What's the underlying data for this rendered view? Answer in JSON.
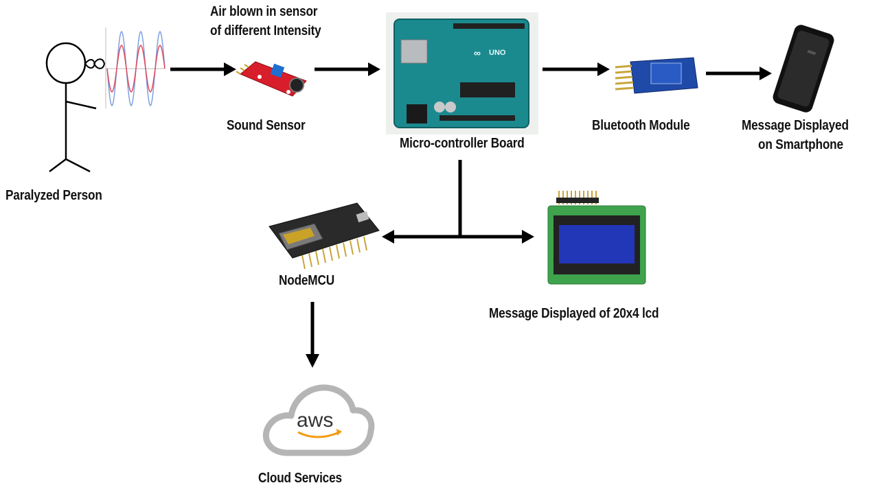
{
  "labels": {
    "person": "Paralyzed Person",
    "air_line1": "Air blown in sensor",
    "air_line2": "of different Intensity",
    "sensor": "Sound Sensor",
    "board": "Micro-controller Board",
    "bluetooth": "Bluetooth Module",
    "phone_line1": "Message Displayed",
    "phone_line2": "on Smartphone",
    "nodemcu": "NodeMCU",
    "lcd": "Message Displayed of 20x4 lcd",
    "cloud": "Cloud Services",
    "aws_logo": "aws",
    "board_brand": "UNO"
  },
  "colors": {
    "arrow": "#000000",
    "board": "#1b8a8f",
    "sensor": "#d81e2a",
    "lcd_screen": "#2236b8",
    "lcd_pcb": "#3fa34d",
    "aws_orange": "#f39c12",
    "cloud_gray": "#b5b5b5"
  }
}
